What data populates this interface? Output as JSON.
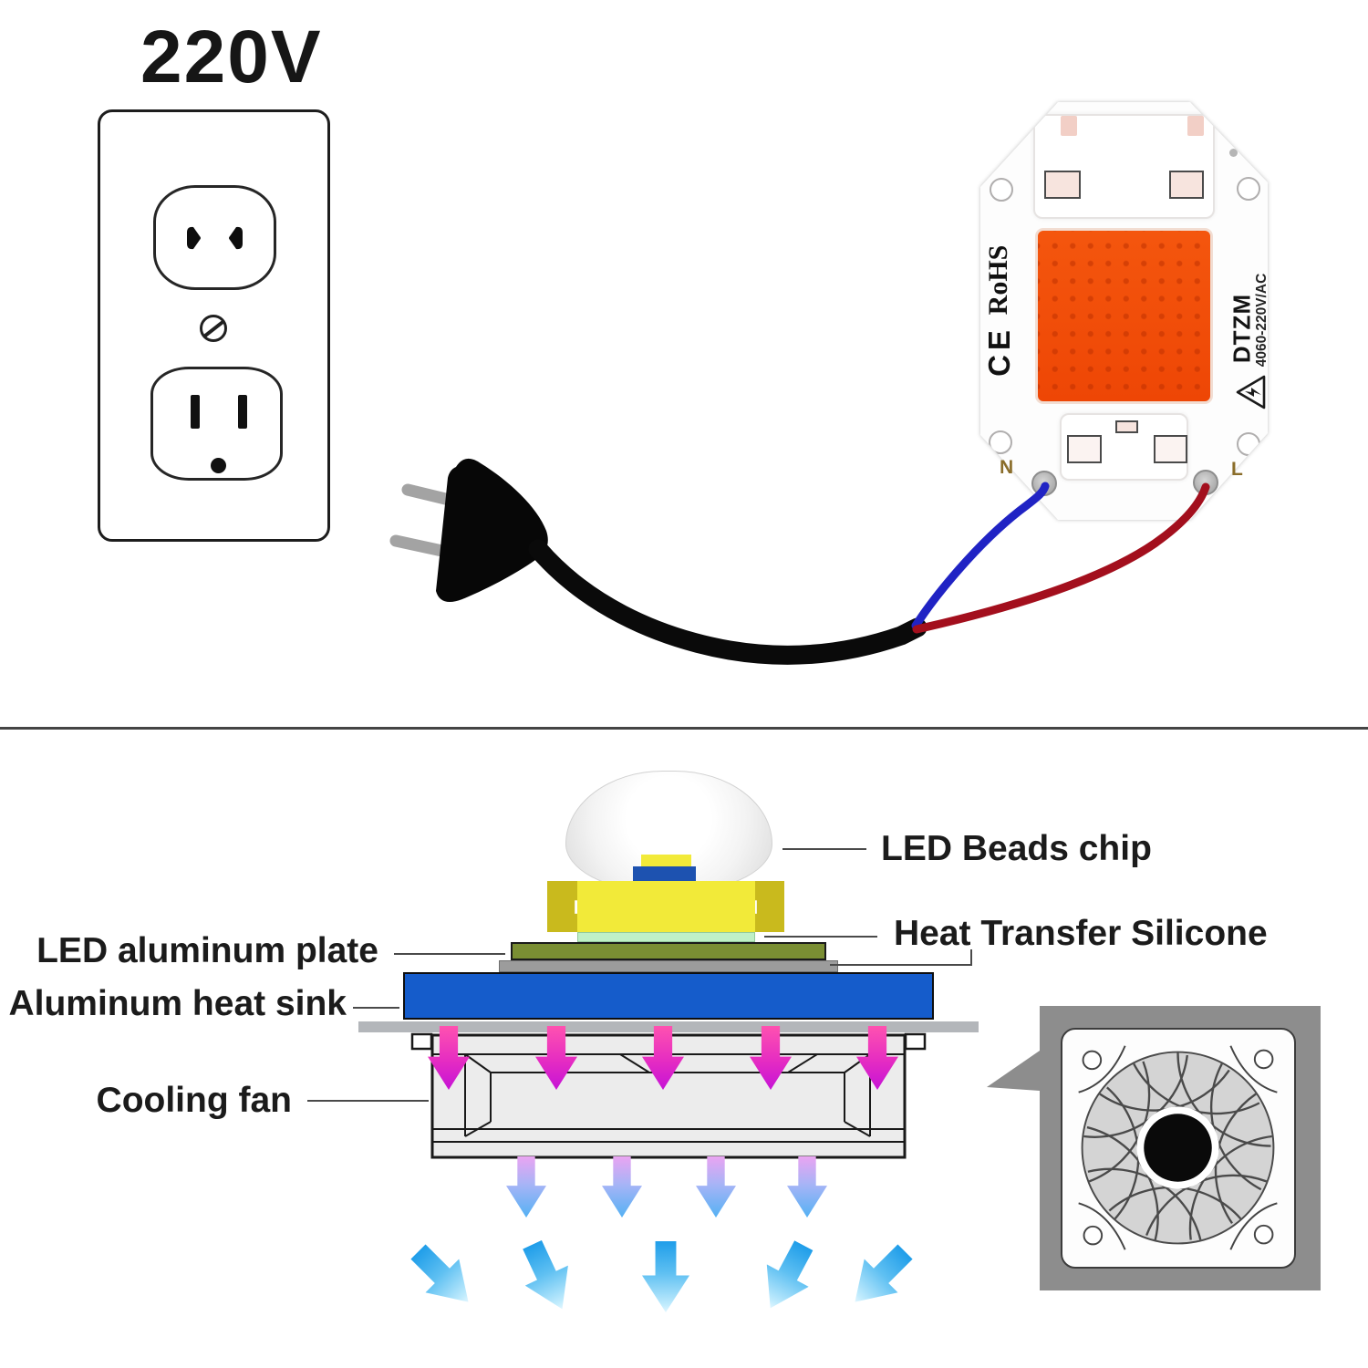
{
  "top_section": {
    "voltage_label": "220V",
    "led_module": {
      "rohs_mark": "RoHS",
      "ce_mark": "CE",
      "brand": "DTZM",
      "spec": "4060-220V/AC",
      "terminal_n": "N",
      "terminal_l": "L"
    }
  },
  "bottom_section": {
    "labels": {
      "led_beads_chip": "LED Beads chip",
      "heat_transfer_silicone": "Heat Transfer Silicone",
      "led_aluminum_plate": "LED aluminum plate",
      "aluminum_heat_sink": "Aluminum heat sink",
      "cooling_fan": "Cooling fan"
    }
  },
  "colors": {
    "emitter_orange": "#f2520c",
    "heat_sink_blue": "#155ccb",
    "plate_olive": "#7a8e33",
    "silicone_green": "#bff0c6",
    "package_yellow": "#f2ea39",
    "wire_blue": "#2023c4",
    "wire_red": "#a30f1d",
    "arrow_magenta": "#e52cc2",
    "arrow_blue": "#2aa2ea"
  }
}
